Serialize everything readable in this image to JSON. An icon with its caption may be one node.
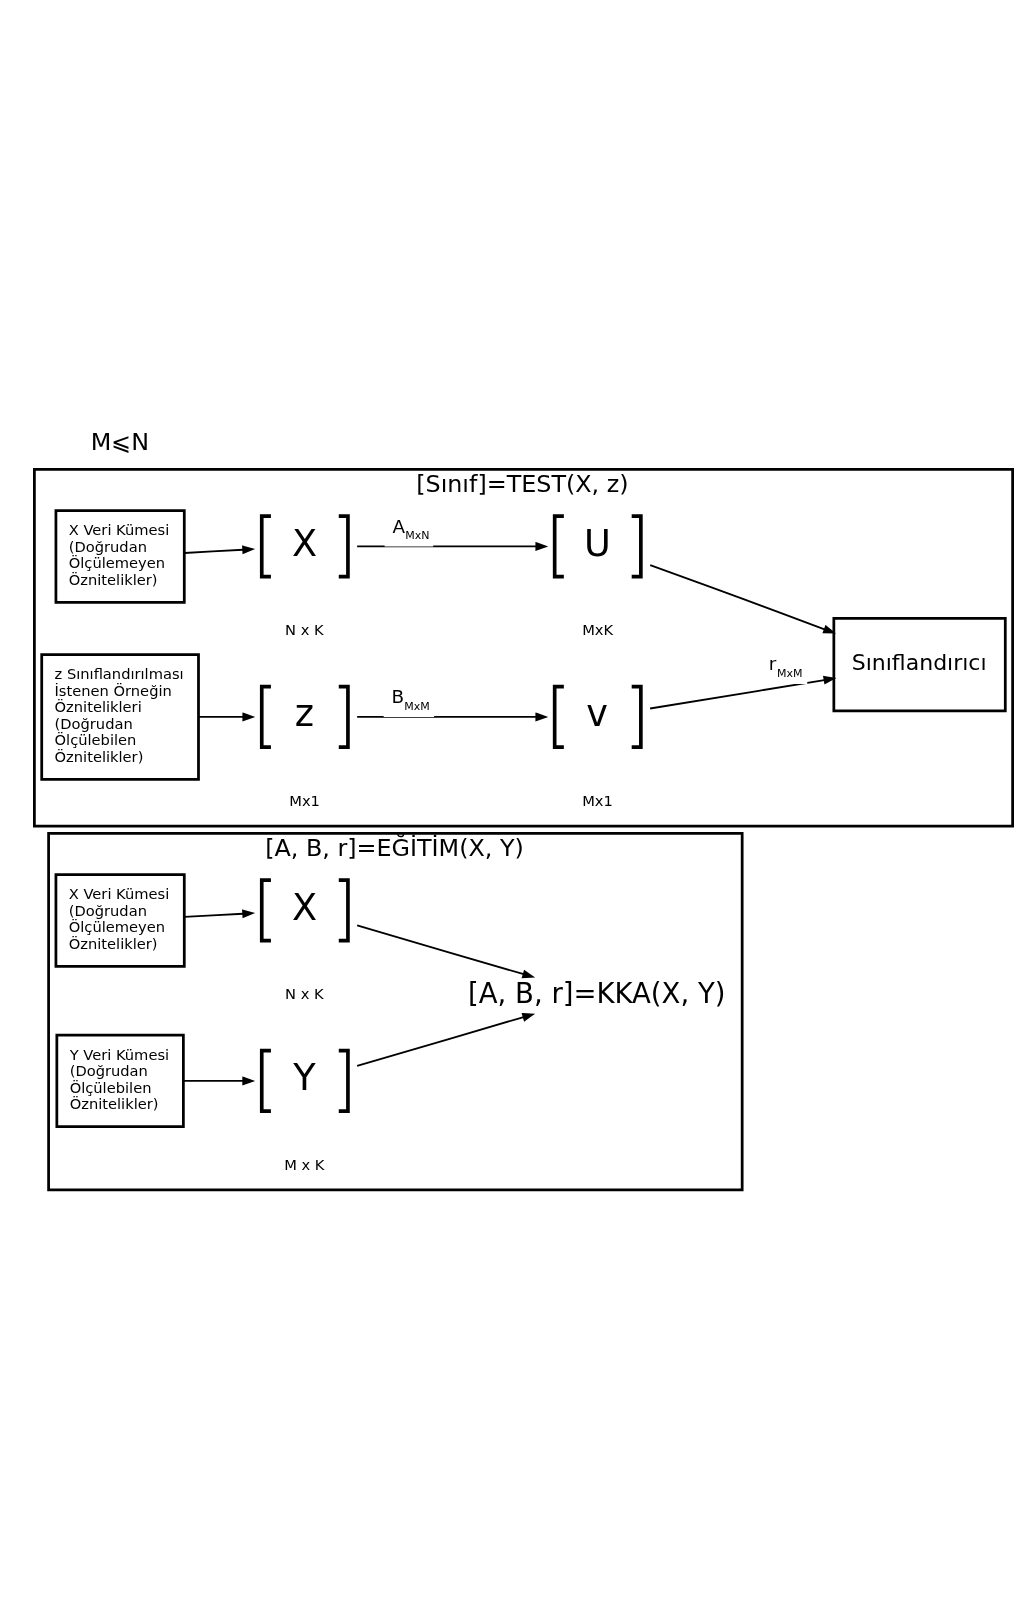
{
  "diagram": {
    "nodes": [
      {
        "text": [
          "[A, B, r]=EĞİTİM(X, Y)"
        ]
      },
      {
        "text": [
          "X Veri Kümesi (Doğrudan Ölçülemeyen Öznitelikler)"
        ],
        "in": 0
      },
      {
        "text": [
          "X"
        ],
        "beside": [
          "N x K"
        ],
        "in": 0
      },
      {
        "text": [
          "[A, B, r]=KKA(X, Y)"
        ],
        "in": 0
      },
      {
        "text": [
          "Y Veri Kümesi (Doğrudan Ölçülebilen Öznitelikler)"
        ],
        "in": 0
      },
      {
        "text": [
          "Y"
        ],
        "beside": [
          "M x K"
        ],
        "in": 0
      },
      {
        "text": [
          "[Sınıf]=TEST(X, z)"
        ]
      },
      {
        "text": [
          "X Veri Kümesi (Doğrudan Ölçülemeyen Öznitelikler)"
        ],
        "in": 6
      },
      {
        "text": [
          "X"
        ],
        "beside": [
          "N x K"
        ],
        "in": 6
      },
      {
        "text": [
          "U"
        ],
        "beside": [
          "MxK"
        ],
        "in": 6
      },
      {
        "text": [
          "Sınıflandırıcı"
        ],
        "in": 6
      },
      {
        "text": [
          "z Sınıflandırılması İstenen Örneğin Öznitelikleri (Doğrudan Ölçülebilen Öznitelikler)"
        ],
        "in": 6
      },
      {
        "text": [
          "z"
        ],
        "beside": [
          "Mx1"
        ],
        "in": 6
      },
      {
        "text": [
          "v"
        ],
        "beside": [
          "Mx1"
        ],
        "in": 6
      }
    ],
    "edges": [
      {
        "from": 1,
        "to": 2,
        "arrow": "to"
      },
      {
        "from": 2,
        "to": 3,
        "arrow": "to"
      },
      {
        "from": 4,
        "to": 5,
        "arrow": "to"
      },
      {
        "from": 5,
        "to": 3,
        "arrow": "to"
      },
      {
        "from": 7,
        "to": 8,
        "arrow": "to"
      },
      {
        "from": 8,
        "to": 9,
        "label": "A$_{MxN}$",
        "arrow": "to"
      },
      {
        "from": 9,
        "to": 10,
        "arrow": "to"
      },
      {
        "from": 11,
        "to": 12,
        "arrow": "to"
      },
      {
        "from": 12,
        "to": 13,
        "label": "B$_{MxM}$",
        "arrow": "to"
      },
      {
        "from": 13,
        "to": 10,
        "label": "r$_{MxM}$",
        "arrow": "to"
      }
    ],
    "labels": [
      "M⩽N"
    ]
  }
}
